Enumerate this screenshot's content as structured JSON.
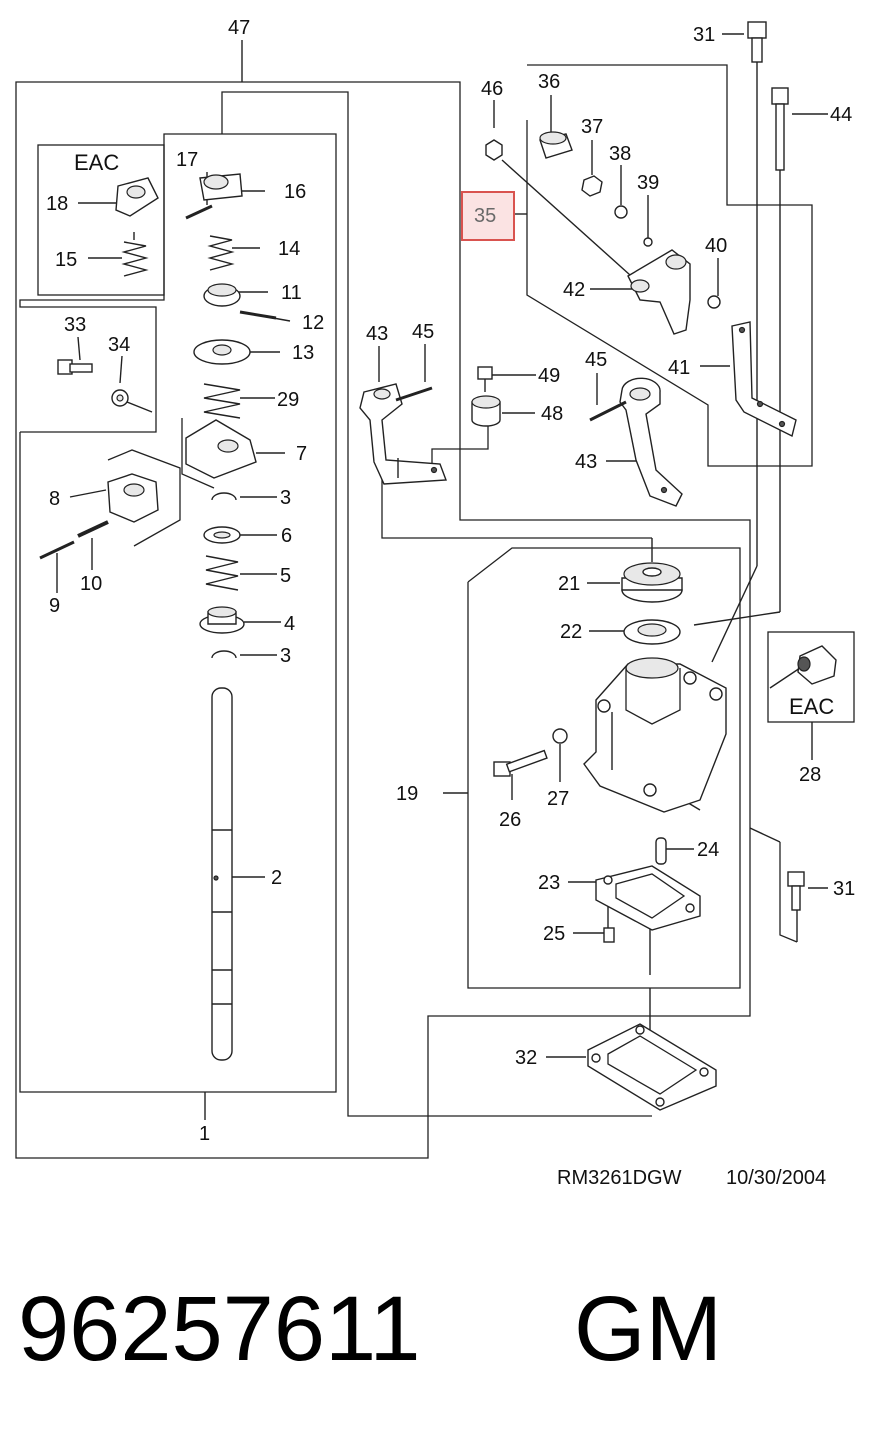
{
  "callouts": {
    "c1": "1",
    "c2": "2",
    "c3a": "3",
    "c3b": "3",
    "c4": "4",
    "c5": "5",
    "c6": "6",
    "c7": "7",
    "c8": "8",
    "c9": "9",
    "c10": "10",
    "c11": "11",
    "c12": "12",
    "c13": "13",
    "c14": "14",
    "c15": "15",
    "c16": "16",
    "c17": "17",
    "c18": "18",
    "c19": "19",
    "c21": "21",
    "c22": "22",
    "c23": "23",
    "c24": "24",
    "c25": "25",
    "c26": "26",
    "c27": "27",
    "c28": "28",
    "c29": "29",
    "c31a": "31",
    "c31b": "31",
    "c32": "32",
    "c33": "33",
    "c34": "34",
    "c35": "35",
    "c36": "36",
    "c37": "37",
    "c38": "38",
    "c39": "39",
    "c40": "40",
    "c41": "41",
    "c42": "42",
    "c43a": "43",
    "c43b": "43",
    "c44": "44",
    "c45a": "45",
    "c45b": "45",
    "c46": "46",
    "c47": "47",
    "c48": "48",
    "c49": "49"
  },
  "eac_labels": {
    "left": "EAC",
    "right": "EAC"
  },
  "highlight": {
    "callout": "35",
    "border_color": "#d9534f",
    "fill_color": "#fbe3e3"
  },
  "footer": {
    "drawing_code": "RM3261DGW",
    "date": "10/30/2004"
  },
  "part_number": {
    "number": "96257611",
    "brand": "GM"
  }
}
